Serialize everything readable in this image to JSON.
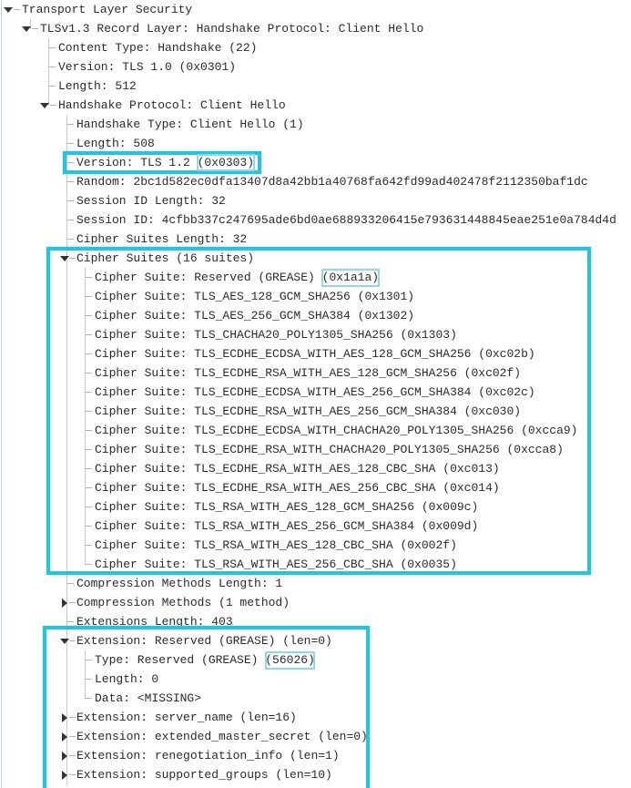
{
  "tree": {
    "root": {
      "label": "Transport Layer Security",
      "expanded": true
    },
    "record_layer": {
      "label": "TLSv1.3 Record Layer: Handshake Protocol: Client Hello",
      "expanded": true
    },
    "record_fields": [
      "Content Type: Handshake (22)",
      "Version: TLS 1.0 (0x0301)",
      "Length: 512"
    ],
    "handshake": {
      "label": "Handshake Protocol: Client Hello",
      "expanded": true
    },
    "handshake_fields": {
      "type": "Handshake Type: Client Hello (1)",
      "length": "Length: 508",
      "version_prefix": "Version: TLS 1.2 ",
      "version_code": "(0x0303)",
      "random": "Random: 2bc1d582ec0dfa13407d8a42bb1a40768fa642fd99ad402478f2112350baf1dc",
      "session_id_length": "Session ID Length: 32",
      "session_id": "Session ID: 4cfbb337c247695ade6bd0ae688933206415e793631448845eae251e0a784d4d",
      "cipher_suites_length": "Cipher Suites Length: 32"
    },
    "cipher_suites": {
      "label": "Cipher Suites (16 suites)",
      "expanded": true,
      "first_prefix": "Cipher Suite: Reserved (GREASE) ",
      "first_code": "(0x1a1a)",
      "items": [
        "Cipher Suite: TLS_AES_128_GCM_SHA256 (0x1301)",
        "Cipher Suite: TLS_AES_256_GCM_SHA384 (0x1302)",
        "Cipher Suite: TLS_CHACHA20_POLY1305_SHA256 (0x1303)",
        "Cipher Suite: TLS_ECDHE_ECDSA_WITH_AES_128_GCM_SHA256 (0xc02b)",
        "Cipher Suite: TLS_ECDHE_RSA_WITH_AES_128_GCM_SHA256 (0xc02f)",
        "Cipher Suite: TLS_ECDHE_ECDSA_WITH_AES_256_GCM_SHA384 (0xc02c)",
        "Cipher Suite: TLS_ECDHE_RSA_WITH_AES_256_GCM_SHA384 (0xc030)",
        "Cipher Suite: TLS_ECDHE_ECDSA_WITH_CHACHA20_POLY1305_SHA256 (0xcca9)",
        "Cipher Suite: TLS_ECDHE_RSA_WITH_CHACHA20_POLY1305_SHA256 (0xcca8)",
        "Cipher Suite: TLS_ECDHE_RSA_WITH_AES_128_CBC_SHA (0xc013)",
        "Cipher Suite: TLS_ECDHE_RSA_WITH_AES_256_CBC_SHA (0xc014)",
        "Cipher Suite: TLS_RSA_WITH_AES_128_GCM_SHA256 (0x009c)",
        "Cipher Suite: TLS_RSA_WITH_AES_256_GCM_SHA384 (0x009d)",
        "Cipher Suite: TLS_RSA_WITH_AES_128_CBC_SHA (0x002f)",
        "Cipher Suite: TLS_RSA_WITH_AES_256_CBC_SHA (0x0035)"
      ]
    },
    "compression_methods_length": "Compression Methods Length: 1",
    "compression_methods": {
      "label": "Compression Methods (1 method)",
      "expanded": false
    },
    "extensions_length": "Extensions Length: 403",
    "grease_extension": {
      "label": "Extension: Reserved (GREASE) (len=0)",
      "expanded": true,
      "type_prefix": "Type: Reserved (GREASE) ",
      "type_code": "(56026)",
      "length": "Length: 0",
      "data": "Data: <MISSING>"
    },
    "extensions": [
      {
        "label": "Extension: server_name (len=16)",
        "expanded": false
      },
      {
        "label": "Extension: extended_master_secret (len=0)",
        "expanded": false
      },
      {
        "label": "Extension: renegotiation_info (len=1)",
        "expanded": false
      },
      {
        "label": "Extension: supported_groups (len=10)",
        "expanded": false
      }
    ]
  },
  "colors": {
    "highlight": "#26c4dc",
    "highlight_inner": "#8fd8e6",
    "text": "#2b2b2b"
  }
}
